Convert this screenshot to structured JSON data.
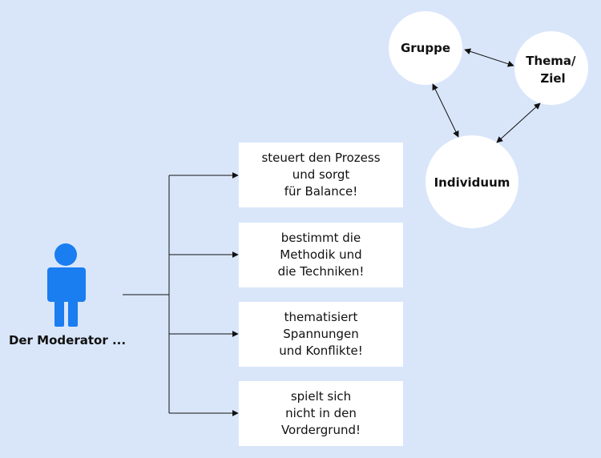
{
  "triangle": {
    "nodes": {
      "group": {
        "lines": [
          "Gruppe"
        ]
      },
      "topic": {
        "lines": [
          "Thema/",
          "Ziel"
        ]
      },
      "individual": {
        "lines": [
          "Individuum"
        ]
      }
    }
  },
  "moderator": {
    "icon": "person-icon",
    "icon_color": "#1a7df0",
    "label": "Der Moderator ..."
  },
  "tasks": [
    {
      "text": "steuert den Prozess\nund sorgt\nfür Balance!"
    },
    {
      "text": "bestimmt die\nMethodik und\ndie Techniken!"
    },
    {
      "text": "thematisiert\nSpannungen\nund Konflikte!"
    },
    {
      "text": "spielt sich\nnicht in den\nVordergrund!"
    }
  ],
  "colors": {
    "background": "#d9e6fa",
    "box": "#ffffff",
    "line": "#111111"
  }
}
